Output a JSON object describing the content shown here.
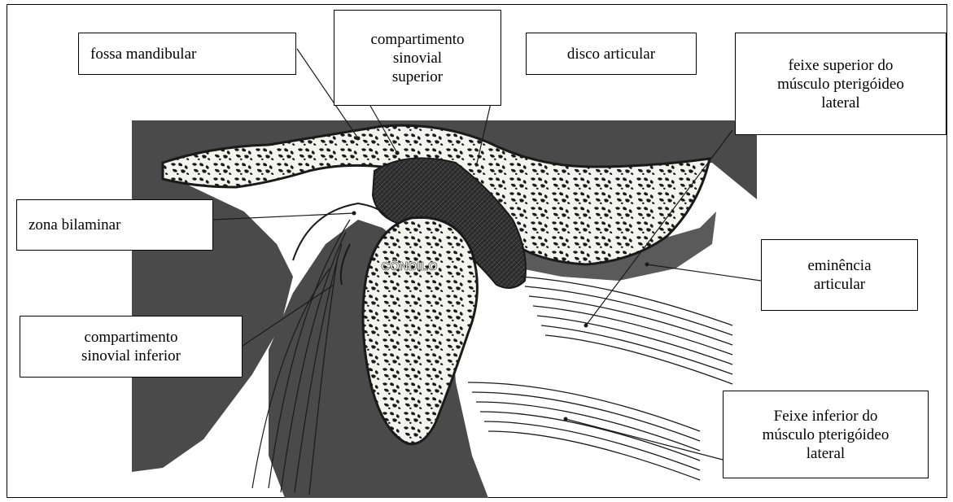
{
  "diagram": {
    "center_text": "CÔNDILO",
    "labels": {
      "fossa_mandibular": "fossa mandibular",
      "compartimento_sinovial_superior": "compartimento\nsinovial\nsuperior",
      "disco_articular": "disco articular",
      "feixe_superior": "feixe superior do\nmúsculo pterigóideo\nlateral",
      "zona_bilaminar": "zona bilaminar",
      "eminencia_articular": "eminência\narticular",
      "compartimento_sinovial_inferior": "compartimento\nsinovial inferior",
      "feixe_inferior": "Feixe inferior do\nmúsculo  pterigóideo\nlateral"
    },
    "colors": {
      "dark_tissue": "#4a4a4a",
      "disc": "#2e2e2e",
      "bone_fill": "#f4f4ee",
      "line": "#1a1a1a"
    }
  }
}
